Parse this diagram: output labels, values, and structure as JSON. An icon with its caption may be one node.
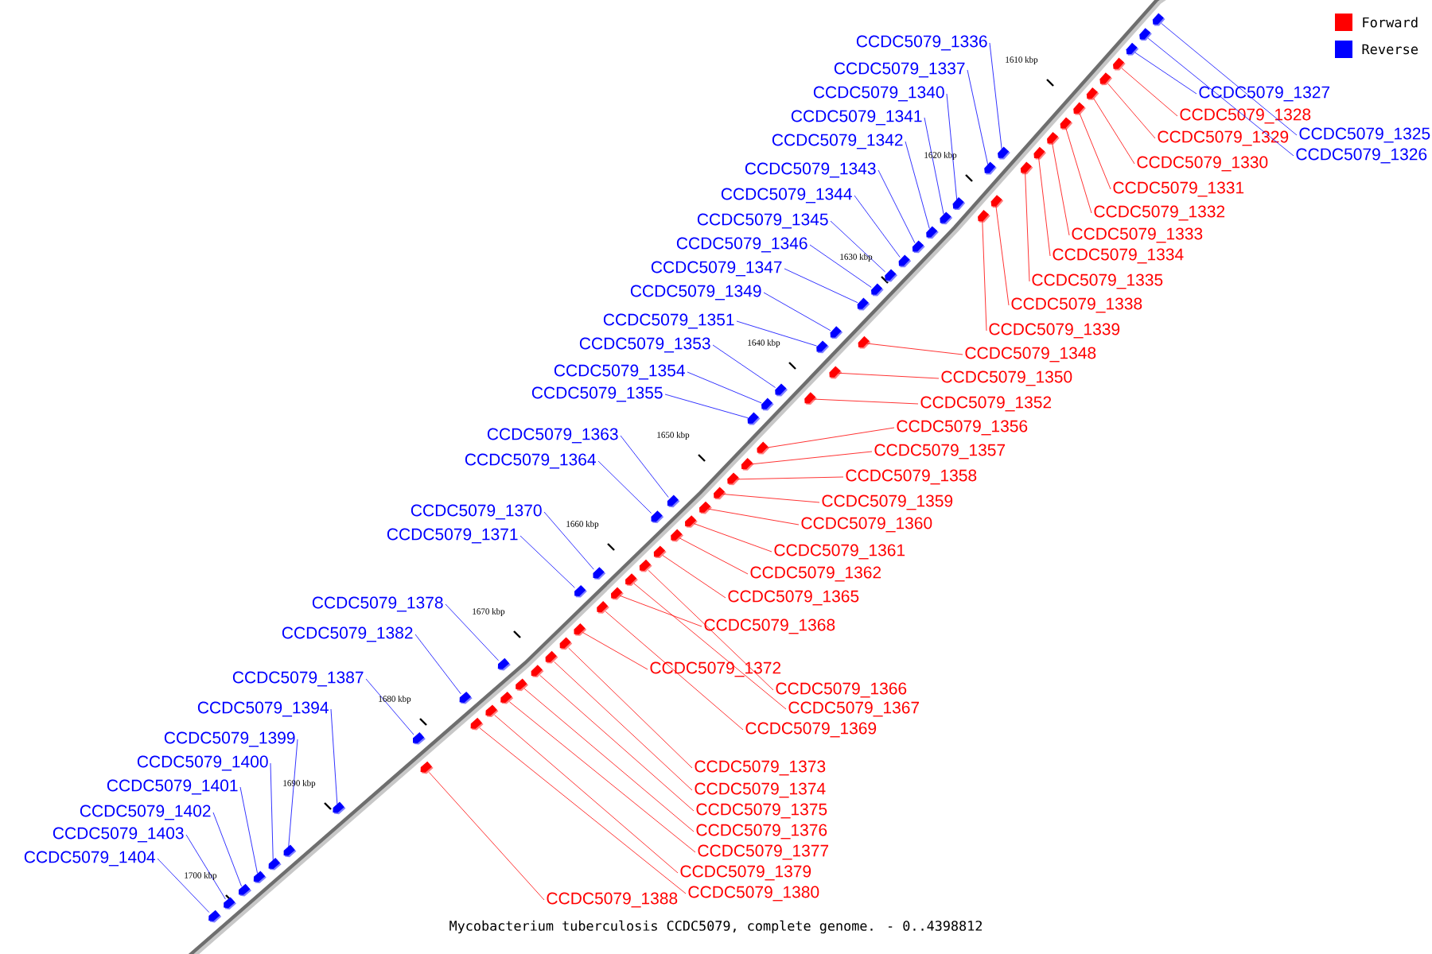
{
  "diagram": {
    "caption": "Mycobacterium tuberculosis CCDC5079, complete genome. - 0..4398812",
    "nodes": [
      {
        "text": [
          "CCDC5079_1336"
        ]
      },
      {
        "text": [
          "CCDC5079_1337"
        ]
      },
      {
        "text": [
          "CCDC5079_1340"
        ]
      },
      {
        "text": [
          "CCDC5079_1341"
        ]
      },
      {
        "text": [
          "CCDC5079_1342"
        ]
      },
      {
        "text": [
          "CCDC5079_1343"
        ]
      },
      {
        "text": [
          "CCDC5079_1344"
        ]
      },
      {
        "text": [
          "CCDC5079_1345"
        ]
      },
      {
        "text": [
          "CCDC5079_1346"
        ]
      },
      {
        "text": [
          "CCDC5079_1347"
        ]
      },
      {
        "text": [
          "CCDC5079_1349"
        ]
      },
      {
        "text": [
          "CCDC5079_1351"
        ]
      },
      {
        "text": [
          "CCDC5079_1353"
        ]
      },
      {
        "text": [
          "CCDC5079_1354"
        ]
      },
      {
        "text": [
          "CCDC5079_1355"
        ]
      },
      {
        "text": [
          "CCDC5079_1363"
        ]
      },
      {
        "text": [
          "CCDC5079_1364"
        ]
      },
      {
        "text": [
          "CCDC5079_1370"
        ]
      },
      {
        "text": [
          "CCDC5079_1371"
        ]
      },
      {
        "text": [
          "CCDC5079_1378"
        ]
      },
      {
        "text": [
          "CCDC5079_1382"
        ]
      },
      {
        "text": [
          "CCDC5079_1387"
        ]
      },
      {
        "text": [
          "CCDC5079_1394"
        ]
      },
      {
        "text": [
          "CCDC5079_1399"
        ]
      },
      {
        "text": [
          "CCDC5079_1400"
        ]
      },
      {
        "text": [
          "CCDC5079_1401"
        ]
      },
      {
        "text": [
          "CCDC5079_1402"
        ]
      },
      {
        "text": [
          "CCDC5079_1403"
        ]
      },
      {
        "text": [
          "CCDC5079_1404"
        ]
      },
      {
        "text": [
          "CCDC5079_1327"
        ]
      },
      {
        "text": [
          "CCDC5079_1325"
        ]
      },
      {
        "text": [
          "CCDC5079_1326"
        ]
      },
      {
        "text": [
          "CCDC5079_1328"
        ]
      },
      {
        "text": [
          "CCDC5079_1329"
        ]
      },
      {
        "text": [
          "CCDC5079_1330"
        ]
      },
      {
        "text": [
          "CCDC5079_1331"
        ]
      },
      {
        "text": [
          "CCDC5079_1332"
        ]
      },
      {
        "text": [
          "CCDC5079_1333"
        ]
      },
      {
        "text": [
          "CCDC5079_1334"
        ]
      },
      {
        "text": [
          "CCDC5079_1335"
        ]
      },
      {
        "text": [
          "CCDC5079_1338"
        ]
      },
      {
        "text": [
          "CCDC5079_1339"
        ]
      },
      {
        "text": [
          "CCDC5079_1348"
        ]
      },
      {
        "text": [
          "CCDC5079_1350"
        ]
      },
      {
        "text": [
          "CCDC5079_1352"
        ]
      },
      {
        "text": [
          "CCDC5079_1356"
        ]
      },
      {
        "text": [
          "CCDC5079_1357"
        ]
      },
      {
        "text": [
          "CCDC5079_1358"
        ]
      },
      {
        "text": [
          "CCDC5079_1359"
        ]
      },
      {
        "text": [
          "CCDC5079_1360"
        ]
      },
      {
        "text": [
          "CCDC5079_1361"
        ]
      },
      {
        "text": [
          "CCDC5079_1362"
        ]
      },
      {
        "text": [
          "CCDC5079_1365"
        ]
      },
      {
        "text": [
          "CCDC5079_1368"
        ]
      },
      {
        "text": [
          "CCDC5079_1372"
        ]
      },
      {
        "text": [
          "CCDC5079_1366"
        ]
      },
      {
        "text": [
          "CCDC5079_1367"
        ]
      },
      {
        "text": [
          "CCDC5079_1369"
        ]
      },
      {
        "text": [
          "CCDC5079_1373"
        ]
      },
      {
        "text": [
          "CCDC5079_1374"
        ]
      },
      {
        "text": [
          "CCDC5079_1375"
        ]
      },
      {
        "text": [
          "CCDC5079_1376"
        ]
      },
      {
        "text": [
          "CCDC5079_1377"
        ]
      },
      {
        "text": [
          "CCDC5079_1379"
        ]
      },
      {
        "text": [
          "CCDC5079_1380"
        ]
      },
      {
        "text": [
          "CCDC5079_1388"
        ]
      },
      {
        "text": [],
        "shape": "arrow"
      },
      {
        "text": [],
        "shape": "arrow"
      },
      {
        "text": [],
        "shape": "arrow"
      },
      {
        "text": [],
        "shape": "arrow"
      },
      {
        "text": [],
        "shape": "arrow"
      },
      {
        "text": [],
        "shape": "arrow"
      },
      {
        "text": [],
        "shape": "arrow"
      },
      {
        "text": [],
        "shape": "arrow"
      },
      {
        "text": [],
        "shape": "arrow"
      },
      {
        "text": [],
        "shape": "arrow"
      },
      {
        "text": [],
        "shape": "arrow"
      },
      {
        "text": [],
        "shape": "arrow"
      },
      {
        "text": [],
        "shape": "arrow"
      },
      {
        "text": [],
        "shape": "arrow"
      },
      {
        "text": [],
        "shape": "arrow"
      },
      {
        "text": [],
        "shape": "arrow"
      },
      {
        "text": [],
        "shape": "arrow"
      },
      {
        "text": [],
        "shape": "arrow"
      },
      {
        "text": [],
        "shape": "arrow"
      },
      {
        "text": [],
        "shape": "arrow"
      },
      {
        "text": [],
        "shape": "arrow"
      },
      {
        "text": [],
        "shape": "arrow"
      },
      {
        "text": [],
        "shape": "arrow"
      },
      {
        "text": [],
        "shape": "arrow"
      },
      {
        "text": [],
        "shape": "arrow"
      },
      {
        "text": [],
        "shape": "arrow"
      },
      {
        "text": [],
        "shape": "arrow"
      },
      {
        "text": [],
        "shape": "arrow"
      },
      {
        "text": [],
        "shape": "arrow"
      },
      {
        "text": [],
        "shape": "arrow"
      },
      {
        "text": [],
        "shape": "arrow"
      },
      {
        "text": [],
        "shape": "arrow"
      },
      {
        "text": [],
        "shape": "arrow"
      },
      {
        "text": [],
        "shape": "arrow"
      },
      {
        "text": [],
        "shape": "arrow"
      },
      {
        "text": [],
        "shape": "arrow"
      },
      {
        "text": [],
        "shape": "arrow"
      },
      {
        "text": [],
        "shape": "arrow"
      },
      {
        "text": [],
        "shape": "arrow"
      },
      {
        "text": [],
        "shape": "arrow"
      },
      {
        "text": [],
        "shape": "arrow"
      },
      {
        "text": [],
        "shape": "arrow"
      },
      {
        "text": [],
        "shape": "arrow"
      },
      {
        "text": [],
        "shape": "arrow"
      },
      {
        "text": [],
        "shape": "arrow"
      },
      {
        "text": [],
        "shape": "arrow"
      },
      {
        "text": [],
        "shape": "arrow"
      },
      {
        "text": [],
        "shape": "arrow"
      },
      {
        "text": [],
        "shape": "arrow"
      },
      {
        "text": [],
        "shape": "arrow"
      },
      {
        "text": [],
        "shape": "arrow"
      },
      {
        "text": [],
        "shape": "arrow"
      },
      {
        "text": [],
        "shape": "arrow"
      },
      {
        "text": [],
        "shape": "arrow"
      },
      {
        "text": [],
        "shape": "arrow"
      },
      {
        "text": [],
        "shape": "arrow"
      },
      {
        "text": [],
        "shape": "arrow"
      },
      {
        "text": [],
        "shape": "arrow"
      },
      {
        "text": [],
        "shape": "arrow"
      },
      {
        "text": [],
        "shape": "arrow"
      },
      {
        "text": [],
        "shape": "arrow"
      },
      {
        "text": [],
        "shape": "arrow"
      },
      {
        "text": [],
        "shape": "arrow"
      },
      {
        "text": [],
        "shape": "arrow"
      },
      {
        "text": [],
        "shape": "arrow"
      },
      {
        "text": [],
        "shape": "arrow"
      }
    ],
    "edges": [
      {
        "from": 0,
        "to": 75,
        "arrow": "none",
        "color": "#0000ff"
      },
      {
        "from": 1,
        "to": 77,
        "arrow": "none",
        "color": "#0000ff"
      },
      {
        "from": 2,
        "to": 79,
        "arrow": "none",
        "color": "#0000ff"
      },
      {
        "from": 3,
        "to": 80,
        "arrow": "none",
        "color": "#0000ff"
      },
      {
        "from": 4,
        "to": 82,
        "arrow": "none",
        "color": "#0000ff"
      },
      {
        "from": 5,
        "to": 83,
        "arrow": "none",
        "color": "#0000ff"
      },
      {
        "from": 6,
        "to": 85,
        "arrow": "none",
        "color": "#0000ff"
      },
      {
        "from": 7,
        "to": 86,
        "arrow": "none",
        "color": "#0000ff"
      },
      {
        "from": 8,
        "to": 87,
        "arrow": "none",
        "color": "#0000ff"
      },
      {
        "from": 9,
        "to": 88,
        "arrow": "none",
        "color": "#0000ff"
      },
      {
        "from": 10,
        "to": 89,
        "arrow": "none",
        "color": "#0000ff"
      },
      {
        "from": 11,
        "to": 90,
        "arrow": "none",
        "color": "#0000ff"
      },
      {
        "from": 12,
        "to": 93,
        "arrow": "none",
        "color": "#0000ff"
      },
      {
        "from": 13,
        "to": 94,
        "arrow": "none",
        "color": "#0000ff"
      },
      {
        "from": 14,
        "to": 95,
        "arrow": "none",
        "color": "#0000ff"
      },
      {
        "from": 15,
        "to": 100,
        "arrow": "none",
        "color": "#0000ff"
      },
      {
        "from": 16,
        "to": 102,
        "arrow": "none",
        "color": "#0000ff"
      },
      {
        "from": 17,
        "to": 107,
        "arrow": "none",
        "color": "#0000ff"
      },
      {
        "from": 18,
        "to": 111,
        "arrow": "none",
        "color": "#0000ff"
      },
      {
        "from": 19,
        "to": 116,
        "arrow": "none",
        "color": "#0000ff"
      },
      {
        "from": 20,
        "to": 120,
        "arrow": "none",
        "color": "#0000ff"
      },
      {
        "from": 21,
        "to": 123,
        "arrow": "none",
        "color": "#0000ff"
      },
      {
        "from": 22,
        "to": 125,
        "arrow": "none",
        "color": "#0000ff"
      },
      {
        "from": 23,
        "to": 126,
        "arrow": "none",
        "color": "#0000ff"
      },
      {
        "from": 24,
        "to": 127,
        "arrow": "none",
        "color": "#0000ff"
      },
      {
        "from": 25,
        "to": 128,
        "arrow": "none",
        "color": "#0000ff"
      },
      {
        "from": 26,
        "to": 129,
        "arrow": "none",
        "color": "#0000ff"
      },
      {
        "from": 27,
        "to": 130,
        "arrow": "none",
        "color": "#0000ff"
      },
      {
        "from": 28,
        "to": 131,
        "arrow": "none",
        "color": "#0000ff"
      },
      {
        "from": 29,
        "to": 69,
        "arrow": "none",
        "color": "#0000ff"
      },
      {
        "from": 30,
        "to": 66,
        "arrow": "none",
        "color": "#0000ff"
      },
      {
        "from": 31,
        "to": 67,
        "arrow": "none",
        "color": "#0000ff"
      },
      {
        "from": 32,
        "to": 68,
        "arrow": "none"
      },
      {
        "from": 33,
        "to": 70,
        "arrow": "none"
      },
      {
        "from": 34,
        "to": 71,
        "arrow": "none"
      },
      {
        "from": 35,
        "to": 72,
        "arrow": "none"
      },
      {
        "from": 36,
        "to": 73,
        "arrow": "none"
      },
      {
        "from": 37,
        "to": 74,
        "arrow": "none"
      },
      {
        "from": 38,
        "to": 76,
        "arrow": "none"
      },
      {
        "from": 39,
        "to": 78,
        "arrow": "none"
      },
      {
        "from": 40,
        "to": 81,
        "arrow": "none"
      },
      {
        "from": 41,
        "to": 84,
        "arrow": "none"
      },
      {
        "from": 42,
        "to": 91,
        "arrow": "none"
      },
      {
        "from": 43,
        "to": 92,
        "arrow": "none"
      },
      {
        "from": 44,
        "to": 96,
        "arrow": "none"
      },
      {
        "from": 45,
        "to": 97,
        "arrow": "none"
      },
      {
        "from": 46,
        "to": 98,
        "arrow": "none"
      },
      {
        "from": 47,
        "to": 99,
        "arrow": "none"
      },
      {
        "from": 48,
        "to": 101,
        "arrow": "none"
      },
      {
        "from": 49,
        "to": 103,
        "arrow": "none"
      },
      {
        "from": 50,
        "to": 104,
        "arrow": "none"
      },
      {
        "from": 51,
        "to": 105,
        "arrow": "none"
      },
      {
        "from": 52,
        "to": 106,
        "arrow": "none"
      },
      {
        "from": 53,
        "to": 110,
        "arrow": "none"
      },
      {
        "from": 54,
        "to": 114,
        "arrow": "none"
      },
      {
        "from": 55,
        "to": 108,
        "arrow": "none"
      },
      {
        "from": 56,
        "to": 109,
        "arrow": "none"
      },
      {
        "from": 57,
        "to": 112,
        "arrow": "none"
      },
      {
        "from": 58,
        "to": 113,
        "arrow": "none"
      },
      {
        "from": 59,
        "to": 115,
        "arrow": "none"
      },
      {
        "from": 60,
        "to": 117,
        "arrow": "none"
      },
      {
        "from": 61,
        "to": 118,
        "arrow": "none"
      },
      {
        "from": 62,
        "to": 119,
        "arrow": "none"
      },
      {
        "from": 63,
        "to": 121,
        "arrow": "none"
      },
      {
        "from": 64,
        "to": 122,
        "arrow": "none"
      },
      {
        "from": 65,
        "to": 124,
        "arrow": "none"
      }
    ],
    "labels": [
      "1610 kbp",
      "1620 kbp",
      "1630 kbp",
      "1640 kbp",
      "1650 kbp",
      "1660 kbp",
      "1670 kbp",
      "1680 kbp",
      "1690 kbp",
      "1700 kbp"
    ],
    "legend": [
      {
        "text": "Forward",
        "color": "#ff0000"
      },
      {
        "text": "Reverse",
        "color": "#0000ff"
      }
    ]
  }
}
